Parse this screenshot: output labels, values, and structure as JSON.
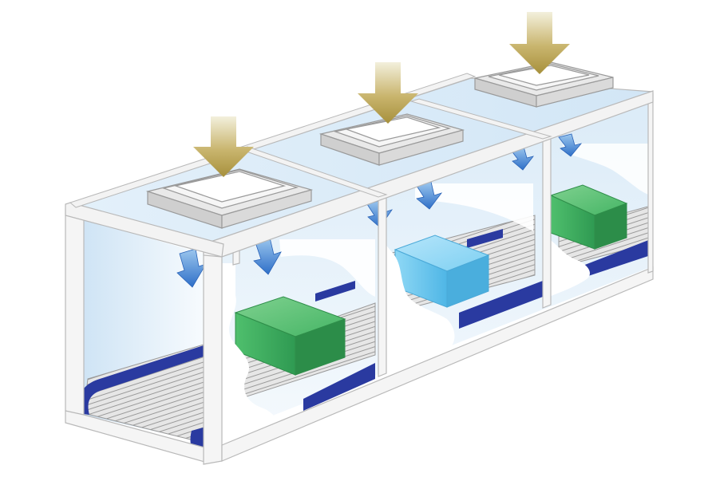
{
  "diagram": {
    "modules": [
      {
        "id": "module-1",
        "box_color": "#3fae63",
        "airflow_arrows": 2
      },
      {
        "id": "module-2",
        "box_color": "#6ccbf0",
        "airflow_arrows": 2
      },
      {
        "id": "module-3",
        "box_color": "#3fae63",
        "airflow_arrows": 2
      }
    ],
    "icons": {
      "air_inlet": "down-arrow-icon",
      "airflow": "down-arrow-icon",
      "filter_unit": "hepa-filter-unit",
      "conveyor": "conveyor-belt"
    },
    "colors": {
      "inlet_arrow_top": "#f3f0dc",
      "inlet_arrow_bottom": "#a7903c",
      "airflow_arrow": "#3f7fd0",
      "belt": "#2a3aa0",
      "frame": "#f5f5f5",
      "frame_stroke": "#b9b9b9",
      "glass": "#dcecf8",
      "floor": "#d9d9d9",
      "green_box": "#3fae63",
      "blue_box": "#6ccbf0"
    }
  }
}
